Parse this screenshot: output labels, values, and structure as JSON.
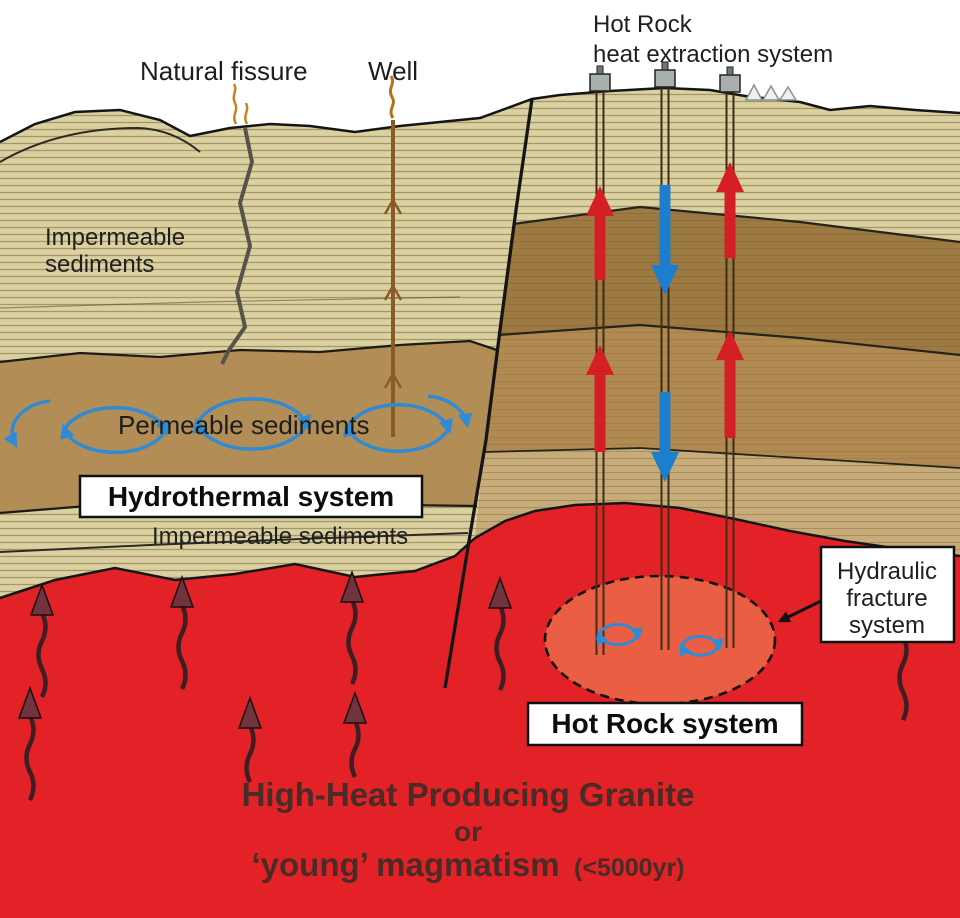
{
  "diagram": {
    "type": "geological cross-section comparing hydrothermal and hot-rock geothermal systems",
    "labels": {
      "natural_fissure": "Natural fissure",
      "well": "Well",
      "extraction_line1": "Hot Rock",
      "extraction_line2": "heat extraction system",
      "impermeable_upper_line1": "Impermeable",
      "impermeable_upper_line2": "sediments",
      "permeable_sediments": "Permeable sediments",
      "hydrothermal_system": "Hydrothermal system",
      "impermeable_lower": "Impermeable sediments",
      "hydraulic_fracture_line1": "Hydraulic",
      "hydraulic_fracture_line2": "fracture",
      "hydraulic_fracture_line3": "system",
      "hot_rock_system": "Hot Rock system",
      "granite_title": "High-Heat Producing Granite",
      "granite_or": "or",
      "granite_subtitle": "‘young’ magmatism",
      "granite_age": "(<5000yr)"
    },
    "colors": {
      "granite_red": "#e32227",
      "fracture_zone": "#ea5f44",
      "permeable_brown": "#b28d55",
      "sediment_dark_band": "#9d7a41",
      "sediment_mid_band": "#b08a50",
      "sediment_lower_band": "#c7ac79",
      "hot_water_arrow": "#d42025",
      "cold_water_arrow": "#1d7ece",
      "convection_blue": "#2e8bd4",
      "heat_arrow_maroon": "#71343f"
    },
    "icons": {
      "convection_loop_icon": "circular blue arrows (convecting water)",
      "heat_flow_arrow_icon": "dark maroon wavy arrow (rising heat)",
      "hot_water_up_arrow_icon": "red upward arrow (hot water produced)",
      "cold_water_down_arrow_icon": "blue downward arrow (cold water injected)",
      "steam_icon": "wavy steam line",
      "wellhead_icon": "grey wellhead block",
      "cooling_tower_icon": "small triangular surface plant"
    }
  }
}
